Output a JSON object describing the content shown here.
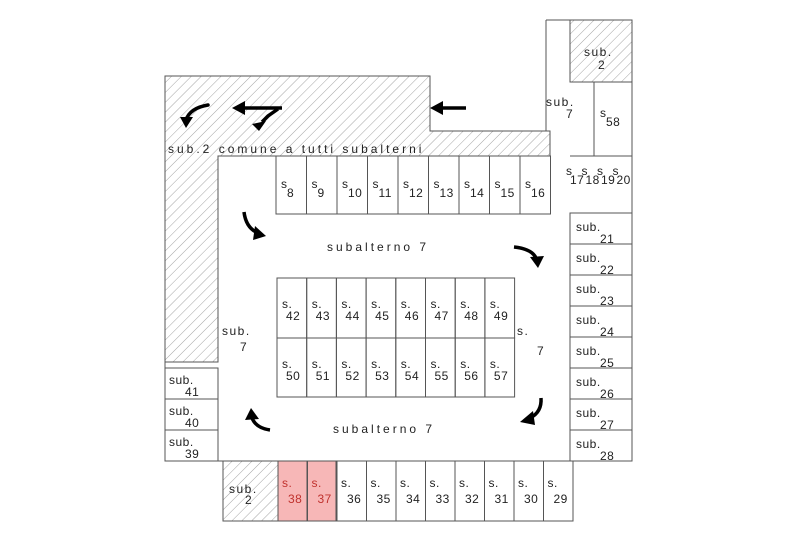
{
  "colors": {
    "line": "#555555",
    "hatch": "#999999",
    "highlight_fill": "#f7b7b7",
    "highlight_text": "#c0322e",
    "arrow": "#000000"
  },
  "labels": {
    "common": "sub.2 comune a tutti subalterni",
    "sub2_top": [
      "sub.",
      "2"
    ],
    "sub7_top": [
      "sub.",
      "7"
    ],
    "s58": [
      "s",
      "58"
    ],
    "sub7_left": [
      "sub.",
      "7"
    ],
    "sub7_right": [
      "s.",
      "7"
    ],
    "subalterno_top": "subalterno 7",
    "subalterno_bottom": "subalterno 7",
    "sub2_bottom": [
      "sub.",
      "2"
    ]
  },
  "top_row": [
    [
      "s",
      "8"
    ],
    [
      "s",
      "9"
    ],
    [
      "s",
      "10"
    ],
    [
      "s",
      "11"
    ],
    [
      "s",
      "12"
    ],
    [
      "s",
      "13"
    ],
    [
      "s",
      "14"
    ],
    [
      "s",
      "15"
    ],
    [
      "s",
      "16"
    ]
  ],
  "small_row": [
    [
      "s",
      "17"
    ],
    [
      "s",
      "18"
    ],
    [
      "s",
      "19"
    ],
    [
      "s",
      "20"
    ]
  ],
  "center_top": [
    [
      "s.",
      "42"
    ],
    [
      "s.",
      "43"
    ],
    [
      "s.",
      "44"
    ],
    [
      "s.",
      "45"
    ],
    [
      "s.",
      "46"
    ],
    [
      "s.",
      "47"
    ],
    [
      "s.",
      "48"
    ],
    [
      "s.",
      "49"
    ]
  ],
  "center_bottom": [
    [
      "s.",
      "50"
    ],
    [
      "s.",
      "51"
    ],
    [
      "s.",
      "52"
    ],
    [
      "s.",
      "53"
    ],
    [
      "s.",
      "54"
    ],
    [
      "s.",
      "55"
    ],
    [
      "s.",
      "56"
    ],
    [
      "s.",
      "57"
    ]
  ],
  "right_col": [
    [
      "sub.",
      "21"
    ],
    [
      "sub.",
      "22"
    ],
    [
      "sub.",
      "23"
    ],
    [
      "sub.",
      "24"
    ],
    [
      "sub.",
      "25"
    ],
    [
      "sub.",
      "26"
    ],
    [
      "sub.",
      "27"
    ],
    [
      "sub.",
      "28"
    ]
  ],
  "left_col": [
    [
      "sub.",
      "41"
    ],
    [
      "sub.",
      "40"
    ],
    [
      "sub.",
      "39"
    ]
  ],
  "bottom_row": [
    [
      "s.",
      "38"
    ],
    [
      "s.",
      "37"
    ],
    [
      "s.",
      "36"
    ],
    [
      "s.",
      "35"
    ],
    [
      "s.",
      "34"
    ],
    [
      "s.",
      "33"
    ],
    [
      "s.",
      "32"
    ],
    [
      "s.",
      "31"
    ],
    [
      "s.",
      "30"
    ],
    [
      "s.",
      "29"
    ]
  ],
  "highlighted_units": [
    "38",
    "37"
  ],
  "arrows": [
    "curved-arrow-left-down",
    "arrow-left",
    "arrow-left-down",
    "arrow-left",
    "curved-arrow-down",
    "curved-arrow-down",
    "curved-arrow-left",
    "curved-arrow-up"
  ]
}
